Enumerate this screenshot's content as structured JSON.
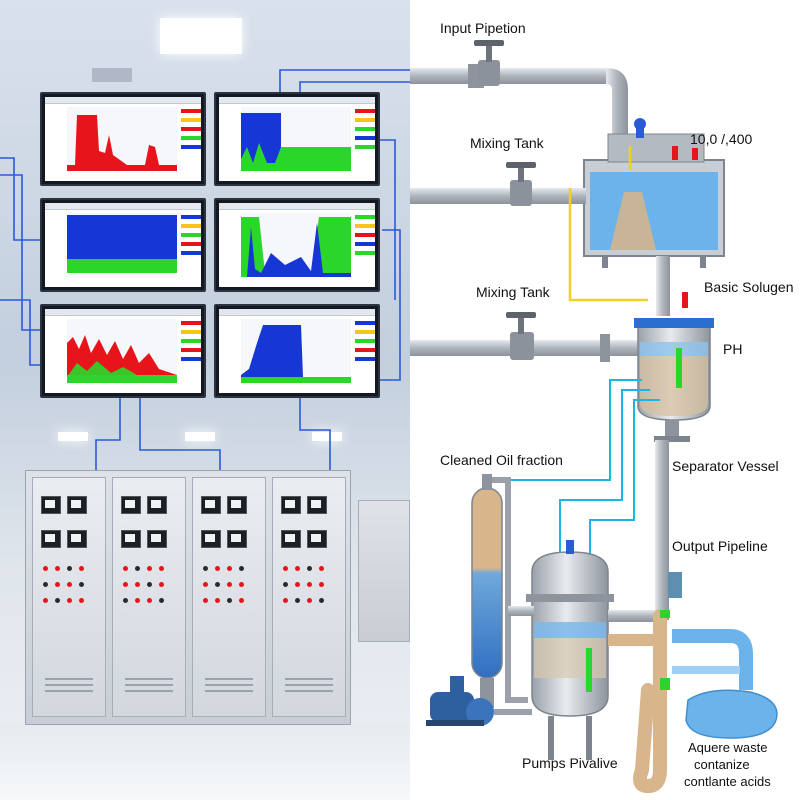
{
  "labels": {
    "input_pipetion": "Input Pipetion",
    "mixing_tank_top": "Mixing Tank",
    "reading": "10,0 /,400",
    "mixing_tank_mid": "Mixing Tank",
    "basic_solugen": "Basic Solugen",
    "ph": "PH",
    "cleaned_oil_fraction": "Cleaned Oil fraction",
    "separator_vessel": "Separator Vessel",
    "output_pipeline": "Output Pipeline",
    "pumps_pivalive": "Pumps Pivalive",
    "aquere_waste_line1": "Aquere waste",
    "aquere_waste_line2": "contanize",
    "aquere_waste_line3": "contlante acids"
  },
  "colors": {
    "pipe": "#b4bac2",
    "water": "#5aa9e6",
    "signal_wire": "#2a5bd7",
    "cyan_wire": "#19b6e0",
    "yellow_wire": "#f0d020",
    "oil": "#d8b58a",
    "chart_red": "#e8141b",
    "chart_green": "#2bd62b",
    "chart_blue": "#1736d6"
  },
  "icons": [
    "valve-icon",
    "pressure-gauge-icon",
    "pump-icon",
    "monitor-icon"
  ]
}
